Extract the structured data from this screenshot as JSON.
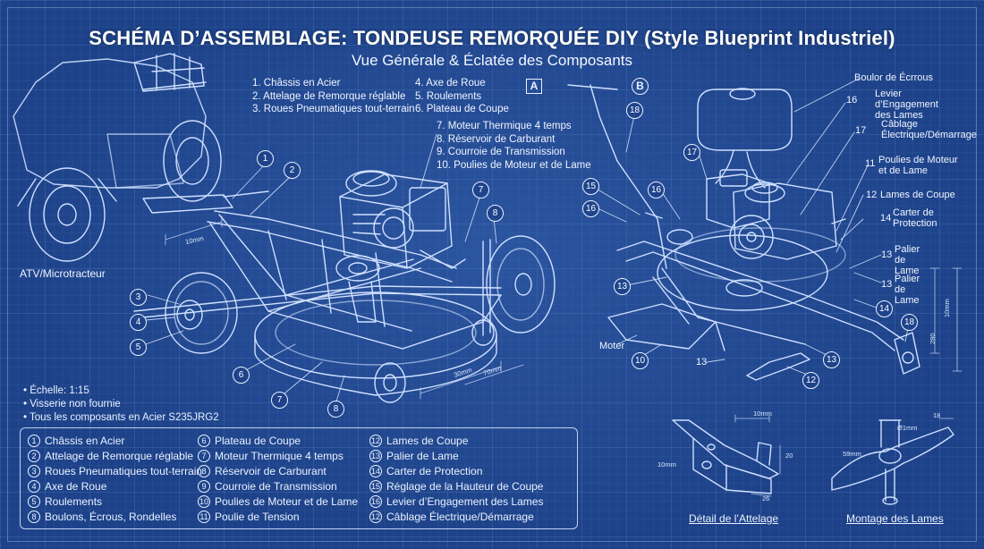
{
  "title": "SCHÉMA D’ASSEMBLAGE: TONDEUSE REMORQUÉE DIY (Style Blueprint Industriel)",
  "subtitle": "Vue Générale & Éclatée des Composants",
  "view_markers": {
    "a": "A",
    "b": "B"
  },
  "top_list_col1": [
    "1. Châssis en Acier",
    "2. Attelage de Remorque réglable",
    "3. Roues Pneumatiques tout-terrain"
  ],
  "top_list_col2": [
    "4. Axe de Roue",
    "5. Roulements",
    "6. Plateau de Coupe"
  ],
  "top_list_col3": [
    "7. Moteur Thermique 4 temps",
    "8. Réservoir de Carburant",
    "9. Courroie de Transmission",
    "10. Poulies de Moteur et de Lame"
  ],
  "notes": [
    "• Échelle: 1:15",
    "• Visserie non fournie",
    "• Tous les composants en Acier S235JRG2"
  ],
  "legend": {
    "col1": [
      {
        "n": "1",
        "t": "Châssis en Acier"
      },
      {
        "n": "2",
        "t": "Attelage de Remorque réglable"
      },
      {
        "n": "3",
        "t": "Roues Pneumatiques tout-terrain"
      },
      {
        "n": "4",
        "t": "Axe de Roue"
      },
      {
        "n": "5",
        "t": "Roulements"
      },
      {
        "n": "8",
        "t": "Boulons, Écrous, Rondelles"
      }
    ],
    "col2": [
      {
        "n": "6",
        "t": "Plateau de Coupe"
      },
      {
        "n": "7",
        "t": "Moteur Thermique 4 temps"
      },
      {
        "n": "8",
        "t": "Réservoir de Carburant"
      },
      {
        "n": "9",
        "t": "Courroie de Transmission"
      },
      {
        "n": "10",
        "t": "Poulies de Moteur et de Lame"
      },
      {
        "n": "11",
        "t": "Poulie de Tension"
      }
    ],
    "col3": [
      {
        "n": "12",
        "t": "Lames de Coupe"
      },
      {
        "n": "13",
        "t": "Palier de Lame"
      },
      {
        "n": "14",
        "t": "Carter de Protection"
      },
      {
        "n": "15",
        "t": "Réglage de la Hauteur de Coupe"
      },
      {
        "n": "16",
        "t": "Levier d’Engagement des Lames"
      },
      {
        "n": "12",
        "t": "Câblage Électrique/Démarrage"
      }
    ]
  },
  "left_labels": {
    "atv": "ATV/Microtracteur"
  },
  "left_callouts": [
    "1",
    "2",
    "3",
    "4",
    "5",
    "6",
    "7",
    "8",
    "7",
    "8"
  ],
  "left_dims": {
    "d1": "10mm",
    "d2": "30mm",
    "d3": "70mm"
  },
  "right_labels": {
    "boulon": "Boulor de Écrrous",
    "levier": "Levier d’Engagement des Lames",
    "cablage": "Câblage Électrique/Démarrage",
    "poulies": "Poulies de Moteur et de Lame",
    "lames": "Lames de Coupe",
    "carter": "Carter de Protection",
    "palier1": "Palier de Lame",
    "palier2": "Palier de Lame",
    "moter": "Moter"
  },
  "right_callouts": [
    "18",
    "17",
    "15",
    "16",
    "16",
    "17",
    "11",
    "12",
    "14",
    "13",
    "13",
    "14",
    "18",
    "13",
    "13",
    "13",
    "10",
    "12"
  ],
  "right_dims": {
    "d1": "10mm",
    "d2": "280"
  },
  "detail_attelage": {
    "caption": "Détail de l’Attelage",
    "d1": "10mm",
    "d2": "10mm",
    "d3": "20",
    "d4": "26"
  },
  "detail_lames": {
    "caption": "Montage des Lames",
    "d1": "Ø1mm",
    "d2": "59mm",
    "d3": "18"
  }
}
